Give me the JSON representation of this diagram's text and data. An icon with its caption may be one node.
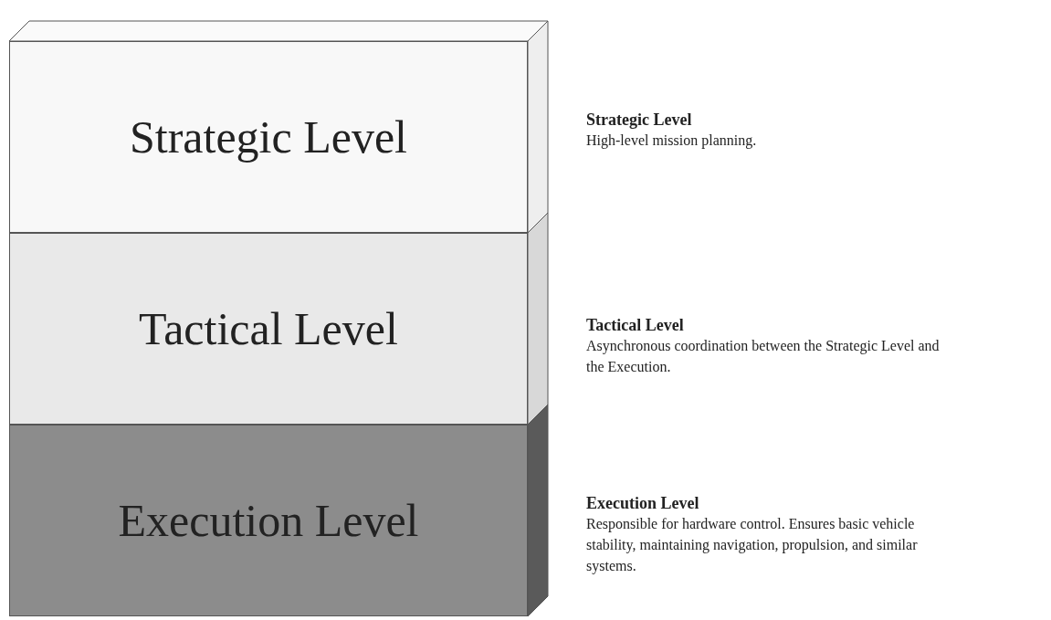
{
  "diagram": {
    "nodes": [
      {
        "text": [
          "Strategic Level"
        ],
        "beside": [
          "Strategic Level",
          "High-level mission planning."
        ]
      },
      {
        "text": [
          "Tactical Level"
        ],
        "beside": [
          "Tactical Level",
          "Asynchronous coordination between the Strategic Level and the Execution."
        ]
      },
      {
        "text": [
          "Execution Level"
        ],
        "beside": [
          "Execution Level",
          "Responsible for hardware control. Ensures basic vehicle stability, maintaining navigation, propulsion, and similar systems."
        ]
      }
    ]
  }
}
